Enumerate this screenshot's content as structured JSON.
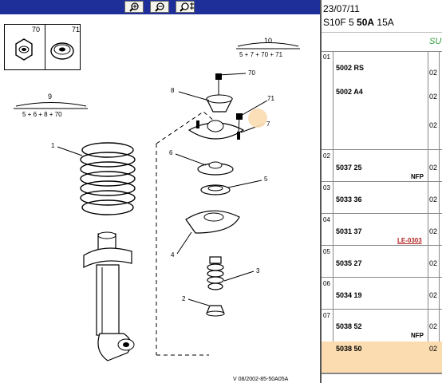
{
  "toolbar": {
    "zoom_in_icon": "zoom-in-icon",
    "zoom_out_icon": "zoom-out-icon",
    "zoom_fit_icon": "zoom-fit-icon"
  },
  "diagram": {
    "kit_left": "70",
    "kit_right": "71",
    "callouts": {
      "c1": "1",
      "c2": "2",
      "c3": "3",
      "c4": "4",
      "c5": "5",
      "c6": "6",
      "c7": "7",
      "c8": "8",
      "c70": "70",
      "c71": "71"
    },
    "group9": {
      "num": "9",
      "formula": "5 + 6 + 8 + 70"
    },
    "group10": {
      "num": "10",
      "formula": "5 + 7 + 70 + 71"
    },
    "footer": "V 08/2002-85-50A05A"
  },
  "panel": {
    "date": "23/07/11",
    "code_prefix": "S10F 5",
    "code_bold": "50A",
    "code_suffix": "15A",
    "green_text": "SU",
    "rows": [
      {
        "idx": "01",
        "part": "5002 RS",
        "qty": "02",
        "part2": "5002 A4",
        "qty2": "02",
        "qty3": "02"
      },
      {
        "idx": "02",
        "part": "5037 25",
        "note": "NFP",
        "qty": "02"
      },
      {
        "idx": "03",
        "part": "5033 36",
        "qty": "02"
      },
      {
        "idx": "04",
        "part": "5031 37",
        "note": "LE-0303",
        "qty": "02"
      },
      {
        "idx": "05",
        "part": "5035 27",
        "qty": "02"
      },
      {
        "idx": "06",
        "part": "5034 19",
        "qty": "02"
      },
      {
        "idx": "07",
        "part": "5038 52",
        "note": "NFP",
        "qty": "02"
      },
      {
        "idx": "",
        "part": "5038 50",
        "qty": "02"
      }
    ]
  }
}
